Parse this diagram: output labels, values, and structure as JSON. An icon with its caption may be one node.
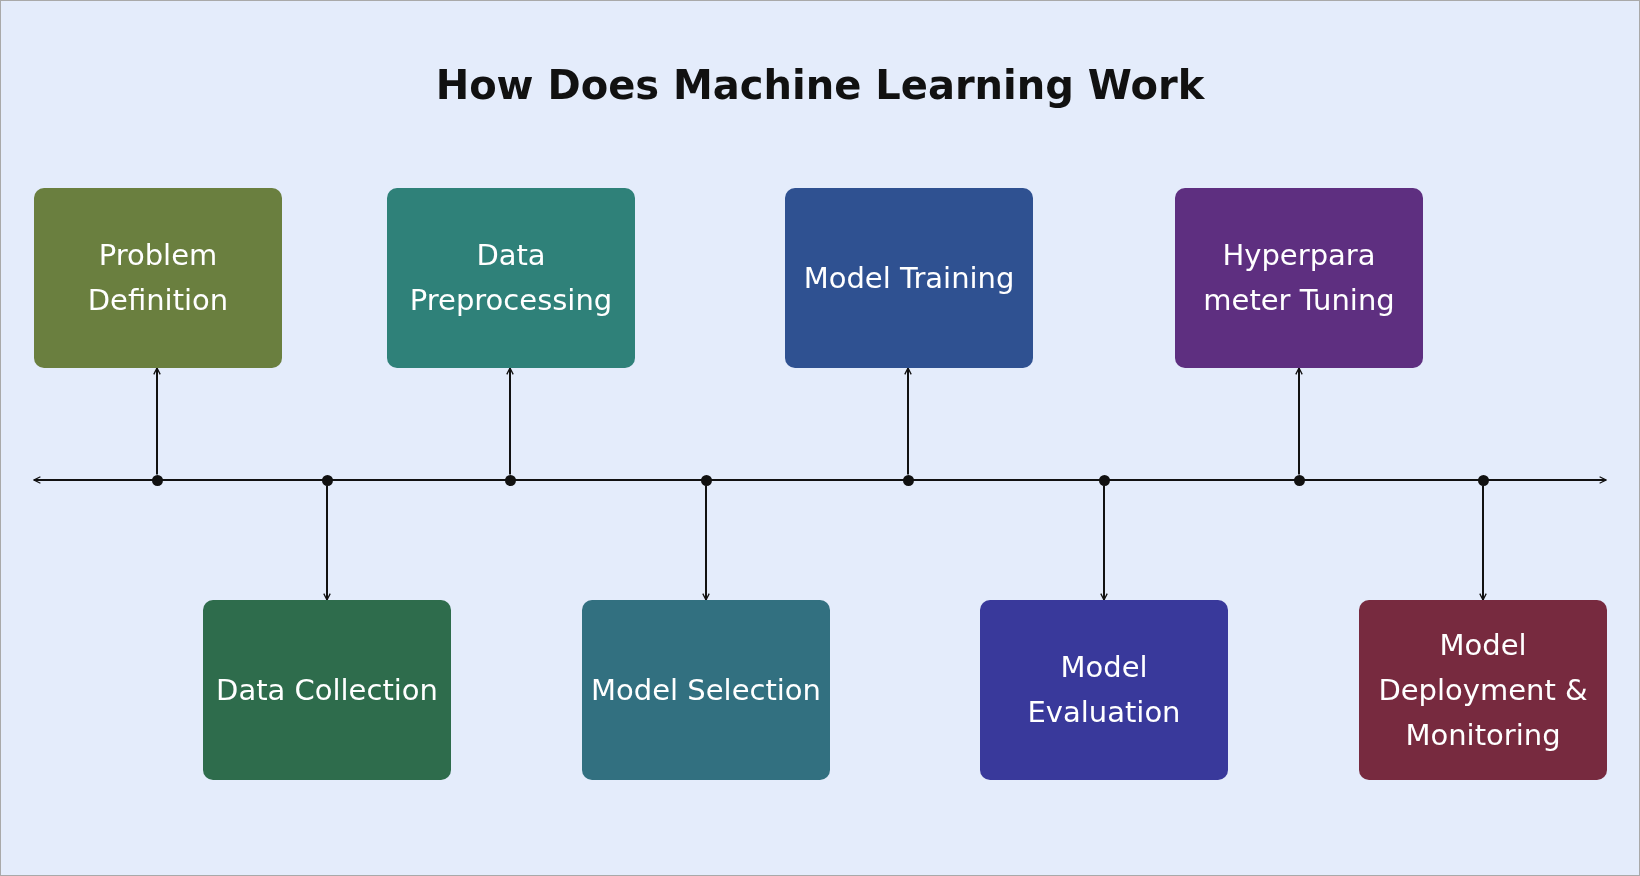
{
  "diagram": {
    "title": "How Does Machine Learning Work",
    "nodes": [
      {
        "text": [
          "Problem Definition"
        ]
      },
      {
        "text": [
          "Data Collection"
        ]
      },
      {
        "text": [
          "Data Preprocessing"
        ]
      },
      {
        "text": [
          "Model Selection"
        ]
      },
      {
        "text": [
          "Model Training"
        ]
      },
      {
        "text": [
          "Model Evaluation"
        ]
      },
      {
        "text": [
          "Hyperpara meter Tuning"
        ]
      },
      {
        "text": [
          "Model Deployment & Monitoring"
        ]
      },
      {
        "text": [],
        "shape": "circle"
      },
      {
        "text": [],
        "shape": "circle"
      },
      {
        "text": [],
        "shape": "circle"
      },
      {
        "text": [],
        "shape": "circle"
      },
      {
        "text": [],
        "shape": "circle"
      },
      {
        "text": [],
        "shape": "circle"
      },
      {
        "text": [],
        "shape": "circle"
      },
      {
        "text": [],
        "shape": "circle"
      }
    ],
    "edges": [
      {
        "from": 8,
        "to": 0,
        "arrow": "to"
      },
      {
        "from": 9,
        "to": 1,
        "arrow": "to"
      },
      {
        "from": 10,
        "to": 2,
        "arrow": "to"
      },
      {
        "from": 11,
        "to": 3,
        "arrow": "to"
      },
      {
        "from": 12,
        "to": 4,
        "arrow": "to"
      },
      {
        "from": 13,
        "to": 5,
        "arrow": "to"
      },
      {
        "from": 14,
        "to": 6,
        "arrow": "to"
      },
      {
        "from": 15,
        "to": 7,
        "arrow": "to"
      }
    ]
  }
}
